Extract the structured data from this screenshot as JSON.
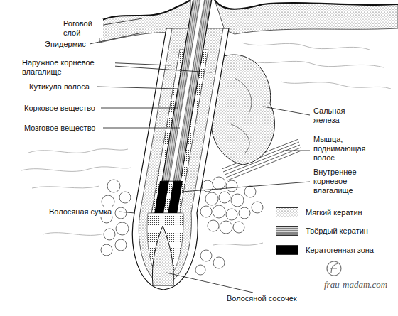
{
  "diagram": {
    "labels": [
      "Роговой слой",
      "Эпидермис",
      "Наружное корневое влагалище",
      "Кутикула волоса",
      "Корковое вещество",
      "Мозговое вещество",
      "Сальная железа",
      "Мышца, поднимающая волос",
      "Внутреннее корневое влагалище",
      "Волосяная сумка",
      "Волосяной сосочек",
      "frau-madam.com"
    ],
    "legend": [
      {
        "text": "Мягкий кератин"
      },
      {
        "text": "Твёрдый кератин"
      },
      {
        "text": "Кератогенная зона",
        "color": "#000000"
      }
    ]
  }
}
